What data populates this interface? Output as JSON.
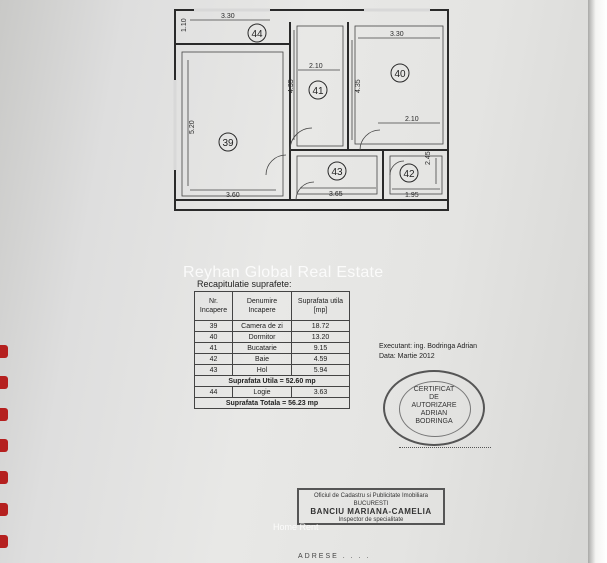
{
  "plan": {
    "dims": {
      "top_left_width": "3.30",
      "top_left_small": "1.10",
      "corridor_width": "2.10",
      "kitchen_height": "4.35",
      "bedroom_width": "3.30",
      "bedroom_height": "4.35",
      "bedroom_bottom": "2.10",
      "living_height": "5.20",
      "living_width": "3.60",
      "hall_width": "3.65",
      "bath_height": "2.45",
      "bath_width": "1.95"
    },
    "rooms": {
      "r39": "39",
      "r40": "40",
      "r41": "41",
      "r42": "42",
      "r43": "43",
      "r44": "44"
    }
  },
  "recap": {
    "title": "Recapitulatie suprafete:",
    "headers": {
      "nr_line1": "Nr.",
      "nr_line2": "Incapere",
      "name_line1": "Denumire",
      "name_line2": "Incapere",
      "area_line1": "Suprafata utila",
      "area_line2": "[mp]"
    },
    "rows": [
      {
        "nr": "39",
        "name": "Camera de zi",
        "area": "18.72"
      },
      {
        "nr": "40",
        "name": "Dormitor",
        "area": "13.20"
      },
      {
        "nr": "41",
        "name": "Bucatarie",
        "area": "9.15"
      },
      {
        "nr": "42",
        "name": "Baie",
        "area": "4.59"
      },
      {
        "nr": "43",
        "name": "Hol",
        "area": "5.94"
      }
    ],
    "util_total": "Suprafata Utila = 52.60 mp",
    "logia": {
      "nr": "44",
      "name": "Logie",
      "area": "3.63"
    },
    "grand_total": "Suprafata Totala = 56.23 mp"
  },
  "executant": {
    "line1": "Executant: ing. Bodringa Adrian",
    "line2": "Data: Martie 2012"
  },
  "round_stamp": {
    "line1": "CERTIFICAT",
    "line2": "DE",
    "line3": "AUTORIZARE",
    "line4": "ADRIAN",
    "line5": "BODRINGA"
  },
  "rect_stamp": {
    "line1": "Oficiul de Cadastru si Publicitate Imobiliara",
    "line2": "BUCURESTI",
    "line3": "BANCIU MARIANA-CAMELIA",
    "line4": "Inspector de specialitate"
  },
  "watermarks": {
    "main": "Reyhan Global Real Estate",
    "secondary": "Home Rent"
  },
  "bottom_text": "ADRESE . . . ."
}
